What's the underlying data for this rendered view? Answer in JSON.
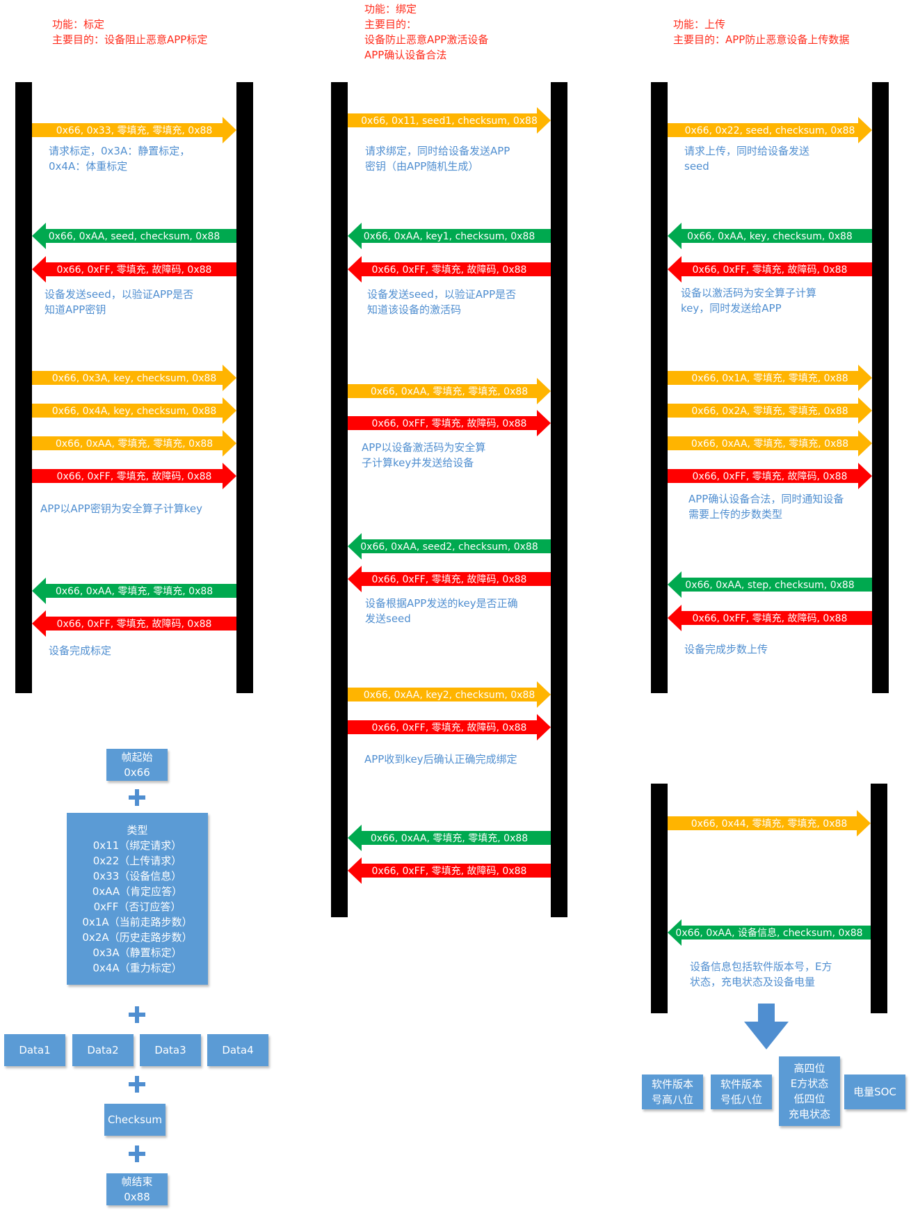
{
  "colors": {
    "orange": "#ffb400",
    "green": "#00a94f",
    "red": "#ff0000",
    "note": "#4f8ed0",
    "title": "#ff2a1a",
    "box": "#5b9bd5"
  },
  "titles": {
    "calibrate": "功能：标定\n主要目的：设备阻止恶意APP标定",
    "bind": "功能：绑定\n主要目的：\n设备防止恶意APP激活设备\nAPP确认设备合法",
    "upload": "功能：上传\n主要目的：APP防止恶意设备上传数据"
  },
  "calibrate": {
    "messages": [
      {
        "label": "0x66, 0x33, 零填充, 零填充, 0x88",
        "color": "orange",
        "dir": "right"
      },
      {
        "label": "0x66, 0xAA, seed, checksum, 0x88",
        "color": "green",
        "dir": "left"
      },
      {
        "label": "0x66, 0xFF, 零填充, 故障码, 0x88",
        "color": "red",
        "dir": "left"
      },
      {
        "label": "0x66, 0x3A, key, checksum, 0x88",
        "color": "orange",
        "dir": "right"
      },
      {
        "label": "0x66, 0x4A, key, checksum, 0x88",
        "color": "orange",
        "dir": "right"
      },
      {
        "label": "0x66, 0xAA, 零填充, 零填充, 0x88",
        "color": "orange",
        "dir": "right"
      },
      {
        "label": "0x66, 0xFF, 零填充, 故障码, 0x88",
        "color": "red",
        "dir": "right"
      },
      {
        "label": "0x66, 0xAA, 零填充, 零填充, 0x88",
        "color": "green",
        "dir": "left"
      },
      {
        "label": "0x66, 0xFF, 零填充, 故障码, 0x88",
        "color": "red",
        "dir": "left"
      }
    ],
    "notes": [
      "请求标定，0x3A：静置标定，\n0x4A：体重标定",
      "设备发送seed，以验证APP是否\n知道APP密钥",
      "APP以APP密钥为安全算子计算key",
      "设备完成标定"
    ]
  },
  "bind": {
    "messages": [
      {
        "label": "0x66, 0x11, seed1, checksum, 0x88",
        "color": "orange",
        "dir": "right"
      },
      {
        "label": "0x66, 0xAA, key1, checksum, 0x88",
        "color": "green",
        "dir": "left"
      },
      {
        "label": "0x66, 0xFF, 零填充, 故障码, 0x88",
        "color": "red",
        "dir": "left"
      },
      {
        "label": "0x66, 0xAA, 零填充, 零填充, 0x88",
        "color": "orange",
        "dir": "right"
      },
      {
        "label": "0x66, 0xFF, 零填充, 故障码, 0x88",
        "color": "red",
        "dir": "right"
      },
      {
        "label": "0x66, 0xAA, seed2, checksum, 0x88",
        "color": "green",
        "dir": "left"
      },
      {
        "label": "0x66, 0xFF, 零填充, 故障码, 0x88",
        "color": "red",
        "dir": "left"
      },
      {
        "label": "0x66, 0xAA, key2, checksum, 0x88",
        "color": "orange",
        "dir": "right"
      },
      {
        "label": "0x66, 0xFF, 零填充, 故障码, 0x88",
        "color": "red",
        "dir": "right"
      },
      {
        "label": "0x66, 0xAA, 零填充, 零填充, 0x88",
        "color": "green",
        "dir": "left"
      },
      {
        "label": "0x66, 0xFF, 零填充, 故障码, 0x88",
        "color": "red",
        "dir": "left"
      }
    ],
    "notes": [
      "请求绑定，同时给设备发送APP\n密钥（由APP随机生成）",
      "设备发送seed，以验证APP是否\n知道该设备的激活码",
      "APP以设备激活码为安全算\n子计算key并发送给设备",
      "设备根据APP发送的key是否正确\n发送seed",
      "APP收到key后确认正确完成绑定"
    ]
  },
  "upload": {
    "messages": [
      {
        "label": "0x66, 0x22, seed, checksum, 0x88",
        "color": "orange",
        "dir": "right"
      },
      {
        "label": "0x66, 0xAA, key, checksum, 0x88",
        "color": "green",
        "dir": "left"
      },
      {
        "label": "0x66, 0xFF, 零填充, 故障码, 0x88",
        "color": "red",
        "dir": "left"
      },
      {
        "label": "0x66, 0x1A, 零填充, 零填充, 0x88",
        "color": "orange",
        "dir": "right"
      },
      {
        "label": "0x66, 0x2A, 零填充, 零填充, 0x88",
        "color": "orange",
        "dir": "right"
      },
      {
        "label": "0x66, 0xAA, 零填充, 零填充, 0x88",
        "color": "orange",
        "dir": "right"
      },
      {
        "label": "0x66, 0xFF, 零填充, 故障码, 0x88",
        "color": "red",
        "dir": "right"
      },
      {
        "label": "0x66, 0xAA, step, checksum, 0x88",
        "color": "green",
        "dir": "left"
      },
      {
        "label": "0x66, 0xFF, 零填充, 故障码, 0x88",
        "color": "red",
        "dir": "left"
      }
    ],
    "notes": [
      "请求上传，同时给设备发送\nseed",
      "设备以激活码为安全算子计算\nkey，同时发送给APP",
      "APP确认设备合法，同时通知设备\n需要上传的步数类型",
      "设备完成步数上传"
    ]
  },
  "device_info": {
    "messages": [
      {
        "label": "0x66, 0x44, 零填充, 零填充, 0x88",
        "color": "orange",
        "dir": "right"
      },
      {
        "label": "0x66, 0xAA, 设备信息, checksum, 0x88",
        "color": "green",
        "dir": "left"
      }
    ],
    "note": "设备信息包括软件版本号，E方\n状态，充电状态及设备电量",
    "fields": [
      "软件版本\n号高八位",
      "软件版本\n号低八位",
      "高四位\nE方状态\n低四位\n充电状态",
      "电量SOC"
    ]
  },
  "frame": {
    "start": "帧起始\n0x66",
    "type": "类型\n0x11（绑定请求）\n0x22（上传请求）\n0x33（设备信息）\n0xAA（肯定应答）\n0xFF（否订应答）\n0x1A（当前走路步数）\n0x2A（历史走路步数）\n0x3A（静置标定）\n0x4A（重力标定）",
    "data": [
      "Data1",
      "Data2",
      "Data3",
      "Data4"
    ],
    "checksum": "Checksum",
    "end": "帧结束\n0x88"
  }
}
